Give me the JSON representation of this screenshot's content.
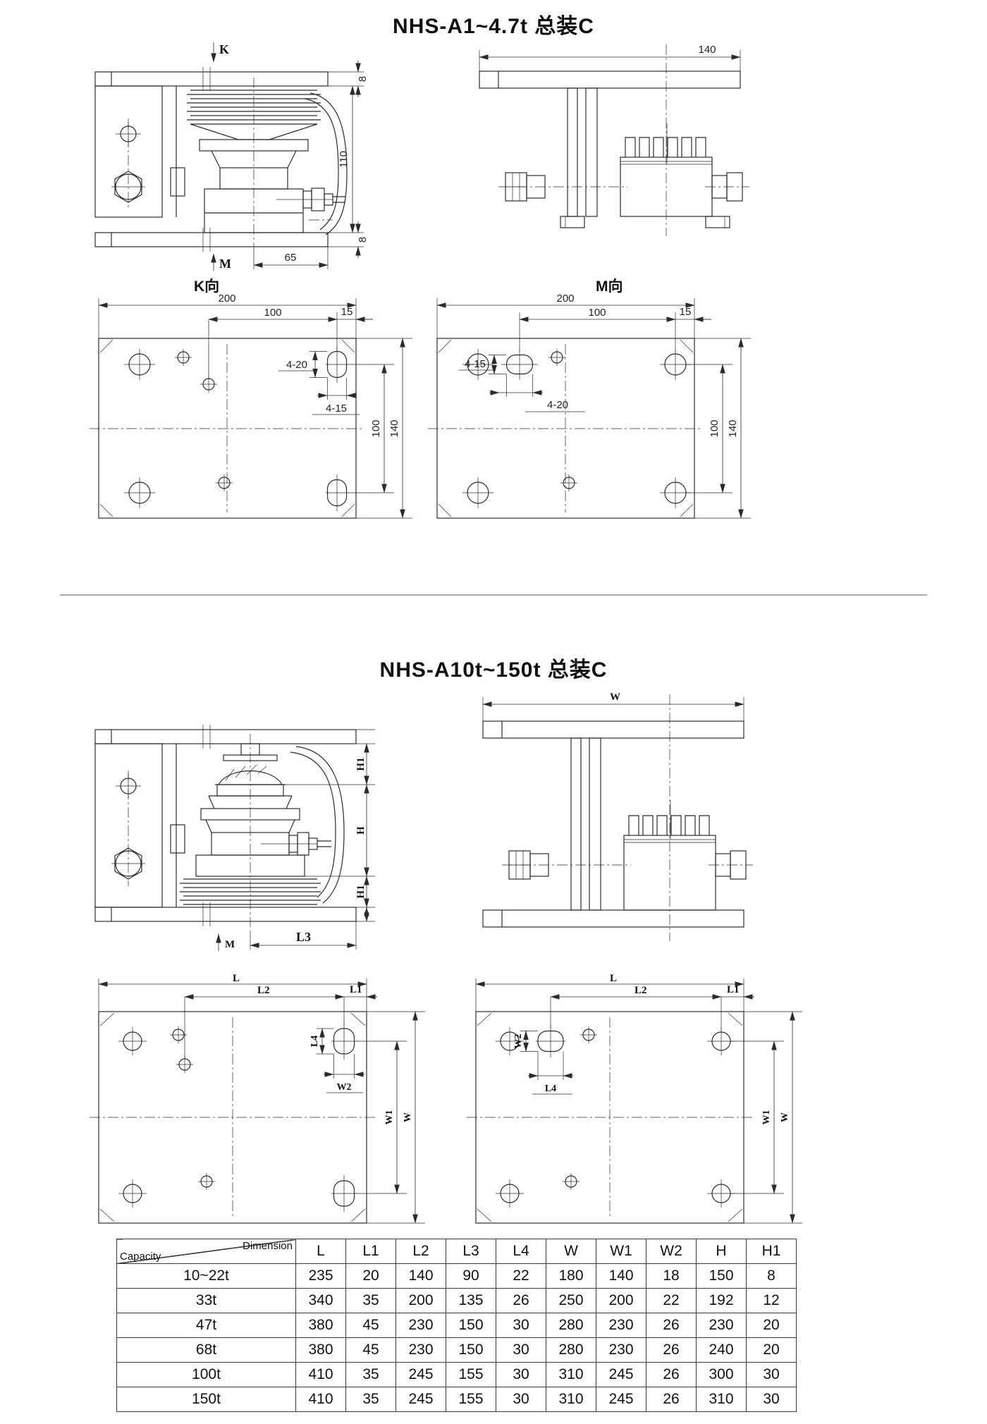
{
  "titles": {
    "top": "NHS-A1~4.7t 总装C",
    "bottom": "NHS-A10t~150t 总装C"
  },
  "drawings": {
    "a_side": {
      "k": "K",
      "m": "M",
      "t8": "8",
      "h110": "110",
      "b8": "8",
      "w65": "65"
    },
    "a_end": {
      "w140": "140"
    },
    "a_plan_left": {
      "label": "K向",
      "d200": "200",
      "d100": "100",
      "d15": "15",
      "slot_h": "4-20",
      "slot_w": "4-15",
      "v100": "100",
      "v140": "140"
    },
    "a_plan_right": {
      "label": "M向",
      "d200": "200",
      "d100": "100",
      "d15": "15",
      "slot_v": "4-15",
      "slot_w": "4-20",
      "v100": "100",
      "v140": "140"
    },
    "b_side": {
      "m": "M",
      "h1_top": "H1",
      "h": "H",
      "h1_bot": "H1",
      "l3": "L3"
    },
    "b_end": {
      "w": "W"
    },
    "b_plan_left": {
      "l": "L",
      "l2": "L2",
      "l1": "L1",
      "l4": "L4",
      "w2": "W2",
      "w1": "W1",
      "w": "W"
    },
    "b_plan_right": {
      "l": "L",
      "l2": "L2",
      "l1": "L1",
      "w2": "W2",
      "l4": "L4",
      "w1": "W1",
      "w": "W"
    }
  },
  "table": {
    "corner_top": "Dimension",
    "corner_bottom": "Capacity",
    "columns": [
      "L",
      "L1",
      "L2",
      "L3",
      "L4",
      "W",
      "W1",
      "W2",
      "H",
      "H1"
    ],
    "rows": [
      {
        "capacity": "10~22t",
        "v": [
          "235",
          "20",
          "140",
          "90",
          "22",
          "180",
          "140",
          "18",
          "150",
          "8"
        ]
      },
      {
        "capacity": "33t",
        "v": [
          "340",
          "35",
          "200",
          "135",
          "26",
          "250",
          "200",
          "22",
          "192",
          "12"
        ]
      },
      {
        "capacity": "47t",
        "v": [
          "380",
          "45",
          "230",
          "150",
          "30",
          "280",
          "230",
          "26",
          "230",
          "20"
        ]
      },
      {
        "capacity": "68t",
        "v": [
          "380",
          "45",
          "230",
          "150",
          "30",
          "280",
          "230",
          "26",
          "240",
          "20"
        ]
      },
      {
        "capacity": "100t",
        "v": [
          "410",
          "35",
          "245",
          "155",
          "30",
          "310",
          "245",
          "26",
          "300",
          "30"
        ]
      },
      {
        "capacity": "150t",
        "v": [
          "410",
          "35",
          "245",
          "155",
          "30",
          "310",
          "245",
          "26",
          "310",
          "30"
        ]
      }
    ]
  }
}
